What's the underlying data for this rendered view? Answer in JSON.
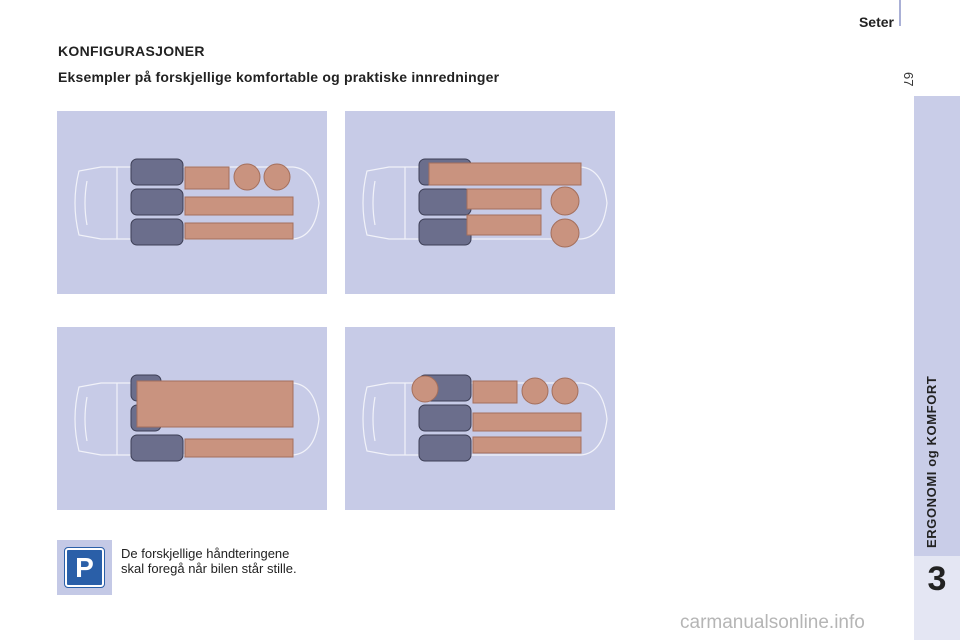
{
  "header": {
    "section_label": "Seter",
    "page_number": "67"
  },
  "sidebar": {
    "chapter_title": "ERGONOMI og KOMFORT",
    "chapter_number": "3"
  },
  "main": {
    "title": "KONFIGURASJONER",
    "subtitle": "Eksempler på forskjellige komfortable og praktiske innredninger",
    "configurations": [
      {
        "name": "config-1"
      },
      {
        "name": "config-2"
      },
      {
        "name": "config-3"
      },
      {
        "name": "config-4"
      }
    ]
  },
  "note": {
    "icon": "parking-p-icon",
    "text_line1": "De forskjellige håndteringene",
    "text_line2": "skal foregå når bilen står stille."
  },
  "watermark": {
    "text": "carmanualsonline.info"
  },
  "colors": {
    "panel": "#c7cbe7",
    "cargo": "#c9937f",
    "seat": "#6b6e8c",
    "accent": "#2a5fa8",
    "band": "#c9cde8"
  }
}
